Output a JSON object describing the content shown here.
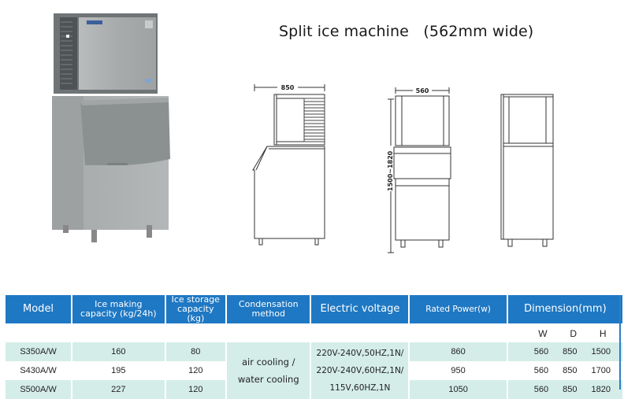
{
  "title": "Split ice machine   (562mm wide)",
  "product_photo": {
    "alt": "split ice machine product photo"
  },
  "drawings": {
    "side_view": {
      "width_label": "850"
    },
    "front_view": {
      "width_label": "560",
      "height_label": "1500~1820"
    },
    "back_view": {}
  },
  "table": {
    "headers": {
      "model": "Model",
      "ice_making_line1": "Ice making",
      "ice_making_line2": "capacity (kg/24h)",
      "ice_storage_line1": "Ice storage",
      "ice_storage_line2": "capacity (kg)",
      "condensation_line1": "Condensation",
      "condensation_line2": "method",
      "voltage": "Electric voltage",
      "power": "Rated Power(w)",
      "dimension": "Dimension(mm)"
    },
    "dimension_sub": {
      "w": "W",
      "d": "D",
      "h": "H"
    },
    "condensation_line1": "air cooling /",
    "condensation_line2": "water cooling",
    "voltage_line1": "220V-240V,50HZ,1N/",
    "voltage_line2": "220V-240V,60HZ,1N/",
    "voltage_line3": "115V,60HZ,1N",
    "rows": [
      {
        "model": "S350A/W",
        "ice_making": "160",
        "ice_storage": "80",
        "power": "860",
        "w": "560",
        "d": "850",
        "h": "1500"
      },
      {
        "model": "S430A/W",
        "ice_making": "195",
        "ice_storage": "120",
        "power": "950",
        "w": "560",
        "d": "850",
        "h": "1700"
      },
      {
        "model": "S500A/W",
        "ice_making": "227",
        "ice_storage": "120",
        "power": "1050",
        "w": "560",
        "d": "850",
        "h": "1820"
      }
    ]
  },
  "colors": {
    "header_bg": "#1f78c3",
    "row_tint": "#d4ede9"
  }
}
